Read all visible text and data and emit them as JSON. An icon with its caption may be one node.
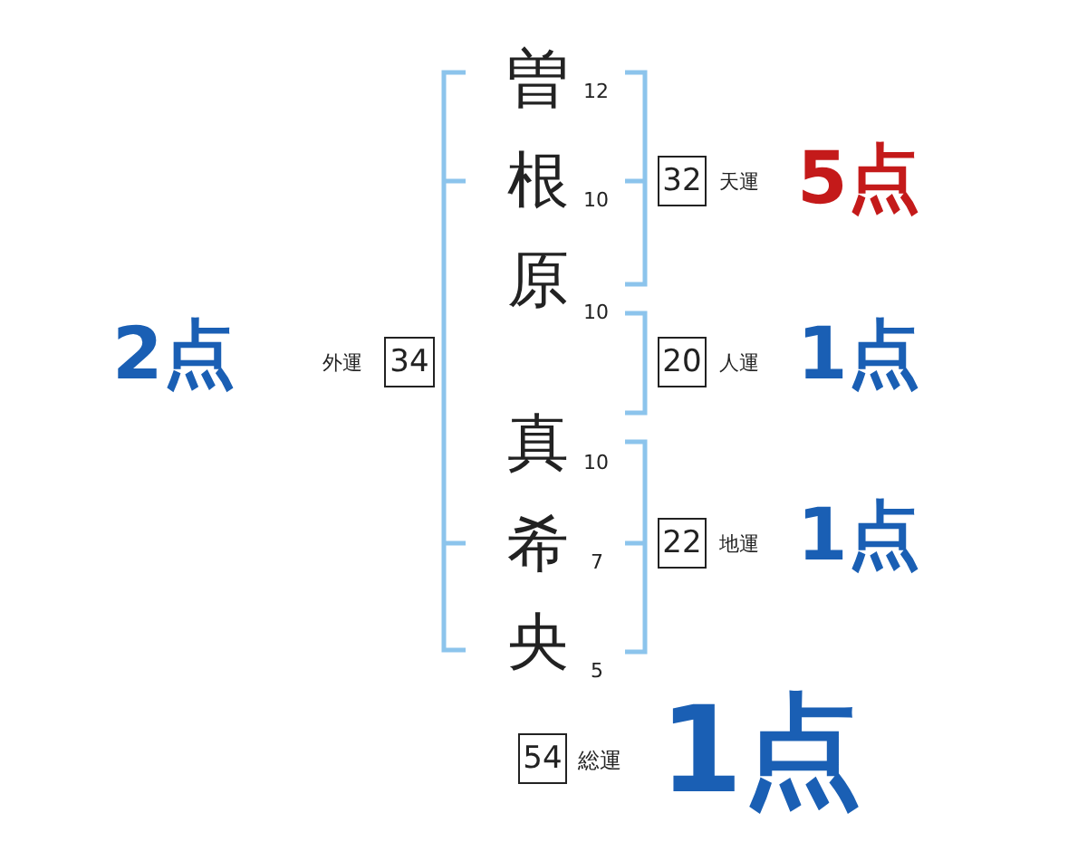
{
  "diagram": {
    "nodes": [
      {
        "text": [
          "32"
        ],
        "beside": [
          "天運",
          "5点"
        ]
      },
      {
        "text": [
          "34"
        ],
        "beside": [
          "外運",
          "2点"
        ]
      },
      {
        "text": [
          "20"
        ],
        "beside": [
          "人運",
          "1点"
        ]
      },
      {
        "text": [
          "22"
        ],
        "beside": [
          "地運",
          "1点"
        ]
      },
      {
        "text": [
          "54"
        ],
        "beside": [
          "総運",
          "1点"
        ]
      }
    ],
    "labels": [
      "曽",
      "12",
      "根",
      "10",
      "原",
      "10",
      "真",
      "10",
      "希",
      "7",
      "央",
      "5"
    ]
  }
}
